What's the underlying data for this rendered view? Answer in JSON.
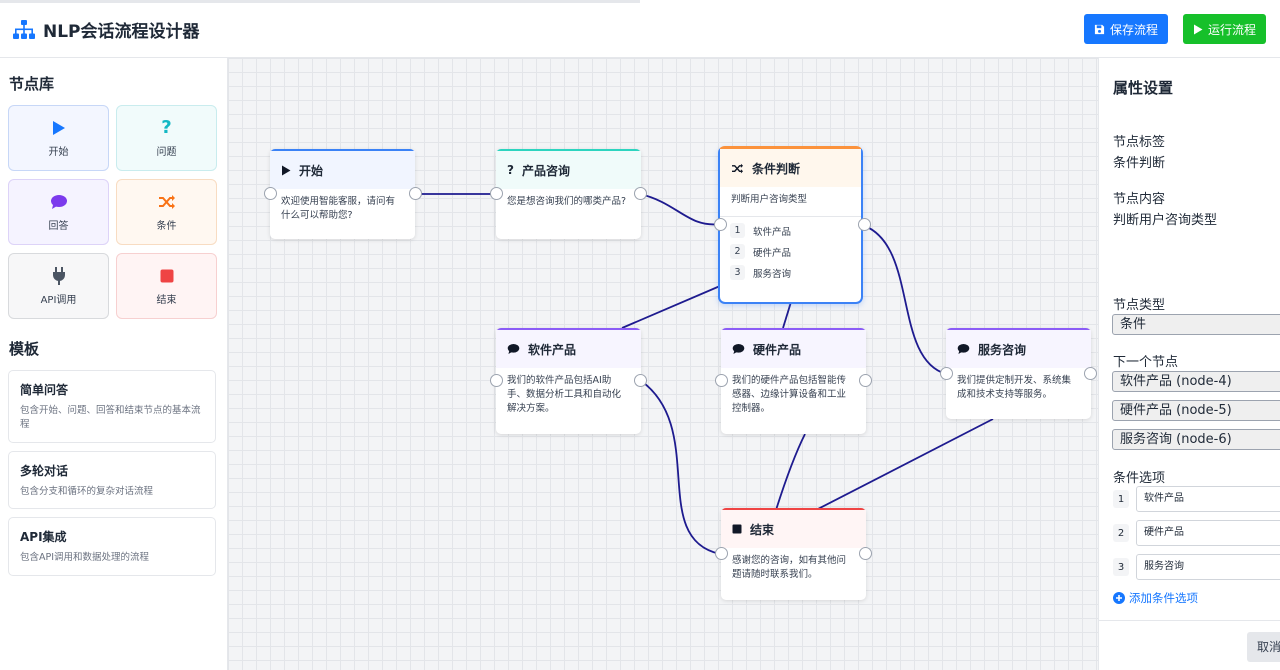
{
  "app": {
    "title": "NLP会话流程设计器"
  },
  "toolbar": {
    "save_label": "保存流程",
    "run_label": "运行流程"
  },
  "sidebar": {
    "library_title": "节点库",
    "library": [
      {
        "label": "开始",
        "icon": "play-icon",
        "color": "#1677ff",
        "bg": "#f3f6ff",
        "border": "#c7d7f7"
      },
      {
        "label": "问题",
        "icon": "question-icon",
        "color": "#14b8c4",
        "bg": "#f1fbfb",
        "border": "#c9ecee"
      },
      {
        "label": "回答",
        "icon": "chat-icon",
        "color": "#7c3aed",
        "bg": "#f5f3ff",
        "border": "#ddd3f8"
      },
      {
        "label": "条件",
        "icon": "shuffle-icon",
        "color": "#f97316",
        "bg": "#fff8f1",
        "border": "#f8dcc2"
      },
      {
        "label": "API调用",
        "icon": "plug-icon",
        "color": "#4b5563",
        "bg": "#f7f7f8",
        "border": "#d8dadd"
      },
      {
        "label": "结束",
        "icon": "stop-icon",
        "color": "#ef4444",
        "bg": "#fff4f4",
        "border": "#f7d0d0"
      }
    ],
    "templates_title": "模板",
    "templates": [
      {
        "title": "简单问答",
        "desc": "包含开始、问题、回答和结束节点的基本流程"
      },
      {
        "title": "多轮对话",
        "desc": "包含分支和循环的复杂对话流程"
      },
      {
        "title": "API集成",
        "desc": "包含API调用和数据处理的流程"
      }
    ]
  },
  "canvas": {
    "nodes": [
      {
        "id": "start",
        "title": "开始",
        "icon": "play-icon",
        "body": "欢迎使用智能客服，请问有什么可以帮助您?"
      },
      {
        "id": "question",
        "title": "产品咨询",
        "icon": "question-icon",
        "body": "您是想咨询我们的哪类产品?"
      },
      {
        "id": "condition",
        "title": "条件判断",
        "icon": "shuffle-icon",
        "body": "判断用户咨询类型",
        "options": [
          "软件产品",
          "硬件产品",
          "服务咨询"
        ]
      },
      {
        "id": "software",
        "title": "软件产品",
        "icon": "chat-icon",
        "body": "我们的软件产品包括AI助手、数据分析工具和自动化解决方案。"
      },
      {
        "id": "hardware",
        "title": "硬件产品",
        "icon": "chat-icon",
        "body": "我们的硬件产品包括智能传感器、边缘计算设备和工业控制器。"
      },
      {
        "id": "service",
        "title": "服务咨询",
        "icon": "chat-icon",
        "body": "我们提供定制开发、系统集成和技术支持等服务。"
      },
      {
        "id": "end",
        "title": "结束",
        "icon": "stop-icon",
        "body": "感谢您的咨询，如有其他问题请随时联系我们。"
      }
    ],
    "colors": {
      "edge": "#1e1b8f",
      "start": "#3b82f6",
      "question": "#2dd4bf",
      "condition": "#fb923c",
      "answer": "#8b5cf6",
      "end": "#ef4444"
    }
  },
  "props": {
    "title": "属性设置",
    "label_label": "节点标签",
    "label_value": "条件判断",
    "content_label": "节点内容",
    "content_value": "判断用户咨询类型",
    "type_label": "节点类型",
    "type_value": "条件",
    "next_label": "下一个节点",
    "next_nodes": [
      "软件产品 (node-4)",
      "硬件产品 (node-5)",
      "服务咨询 (node-6)"
    ],
    "cond_label": "条件选项",
    "cond_options": [
      "软件产品",
      "硬件产品",
      "服务咨询"
    ],
    "add_option_label": "添加条件选项",
    "cancel_label": "取消"
  }
}
